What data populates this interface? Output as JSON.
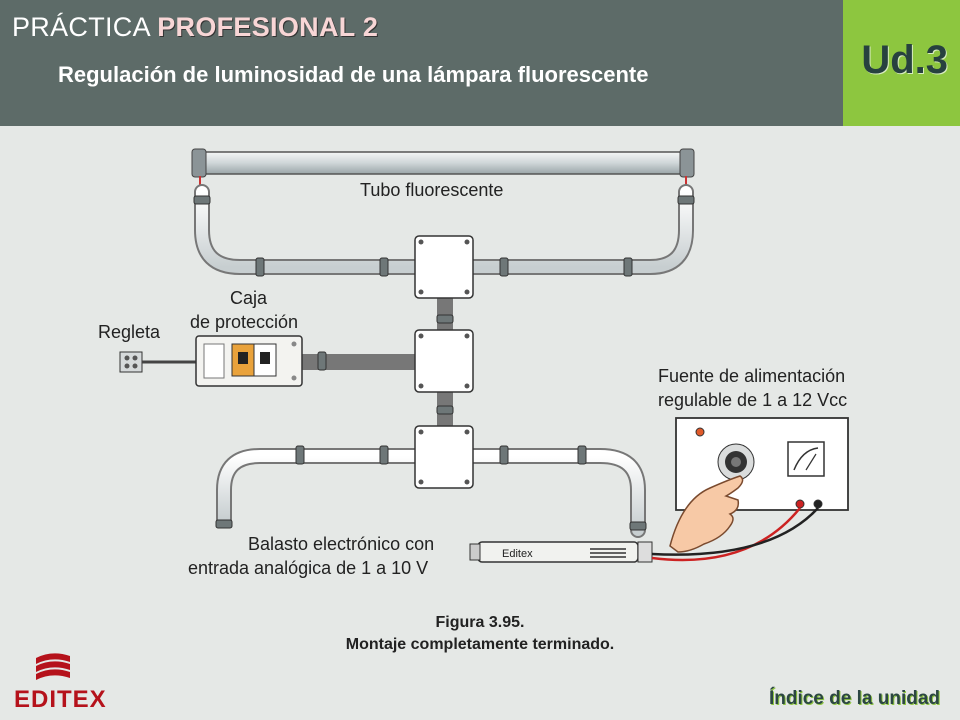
{
  "header": {
    "title_light": "PRÁCTICA ",
    "title_strong": "PROFESIONAL  2",
    "subtitle": "Regulación de luminosidad de una lámpara fluorescente"
  },
  "unit": {
    "label": "Ud.3"
  },
  "diagram": {
    "labels": {
      "tube": "Tubo fluorescente",
      "protection_box_1": "Caja",
      "protection_box_2": "de protección",
      "terminal_strip": "Regleta",
      "power_supply_1": "Fuente de alimentación",
      "power_supply_2": "regulable de 1 a 12 Vcc",
      "ballast_1": "Balasto electrónico con",
      "ballast_2": "entrada analógica de 1 a 10 V",
      "ballast_brand": "Editex"
    }
  },
  "caption": {
    "line1": "Figura 3.95.",
    "line2": "Montaje completamente terminado."
  },
  "footer": {
    "logo_text": "EDITEX",
    "index_link": "Índice de la unidad"
  },
  "colors": {
    "header_bg": "#5d6b68",
    "unit_bg": "#8dc63f",
    "logo_red": "#b5121b"
  }
}
